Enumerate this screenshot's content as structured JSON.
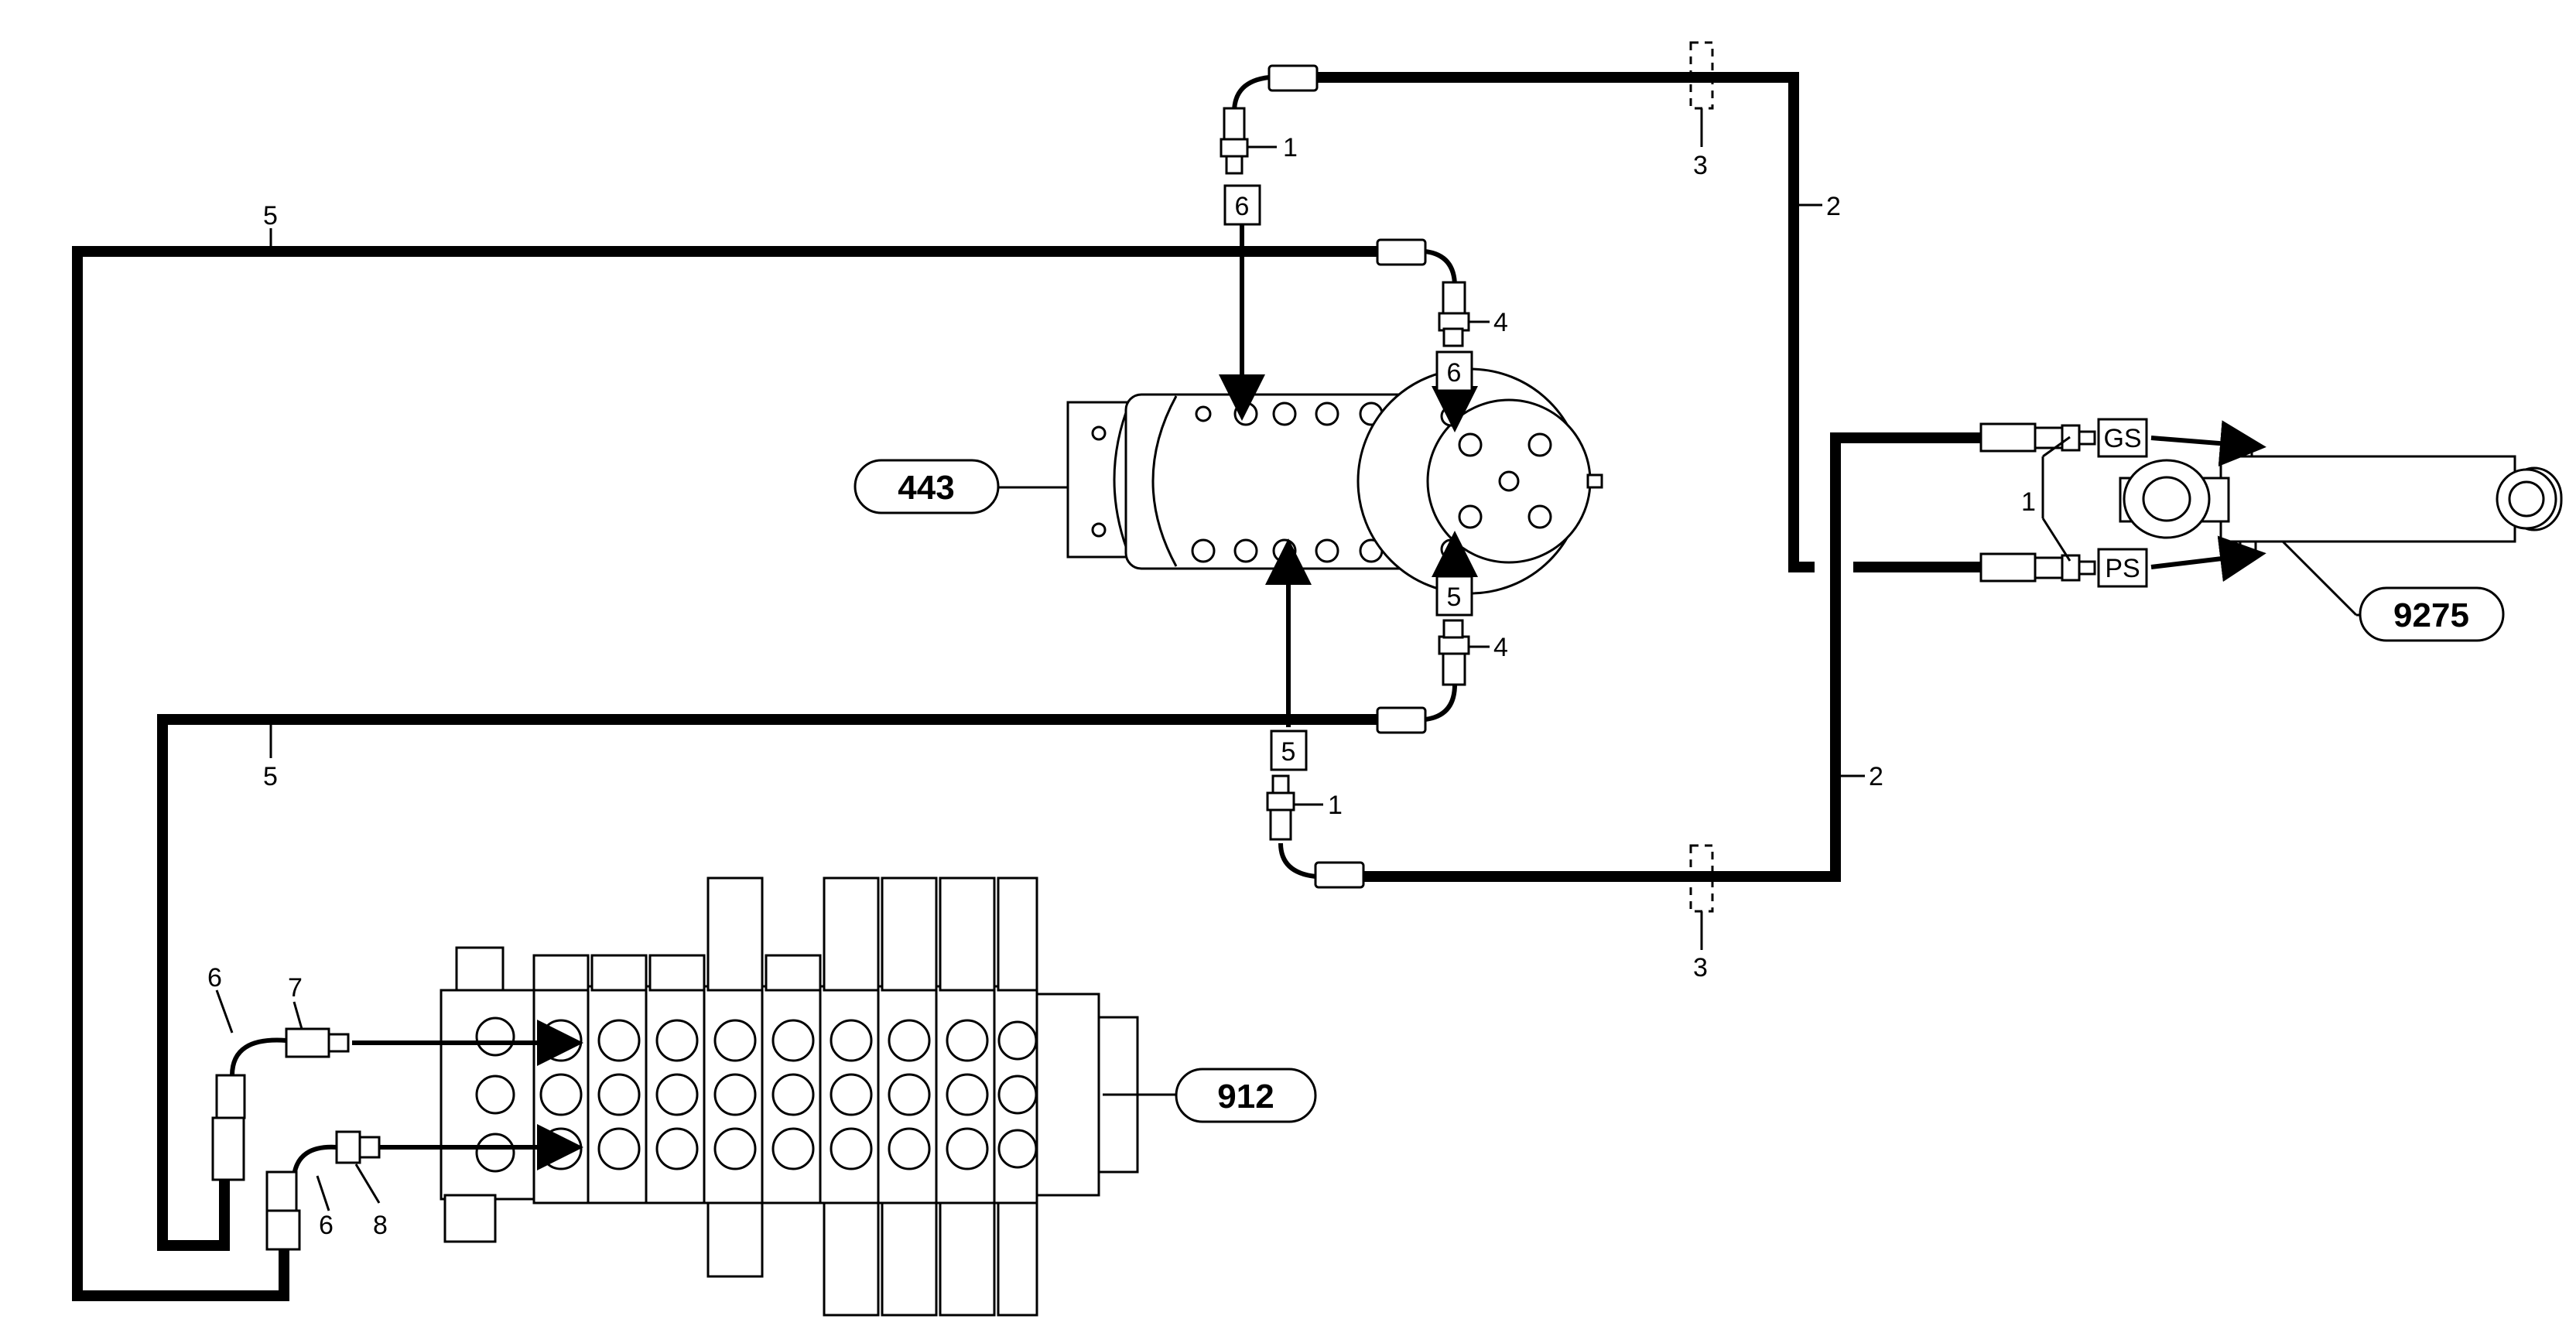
{
  "callouts": {
    "c1_top": "1",
    "c1_bottom": "1",
    "c1_cyl": "1",
    "c2_top": "2",
    "c2_bottom": "2",
    "c3_top": "3",
    "c3_bottom": "3",
    "c4_top": "4",
    "c4_bottom": "4",
    "c5_top": "5",
    "c5_mid": "5",
    "c6_left": "6",
    "c6_left2": "6",
    "c7": "7",
    "c8": "8"
  },
  "port_boxes": {
    "b6_left": "6",
    "b6_right": "6",
    "b5_right": "5",
    "b5_left": "5",
    "gs": "GS",
    "ps": "PS"
  },
  "components": {
    "motor": "443",
    "cylinder": "9275",
    "valve_block": "912"
  }
}
